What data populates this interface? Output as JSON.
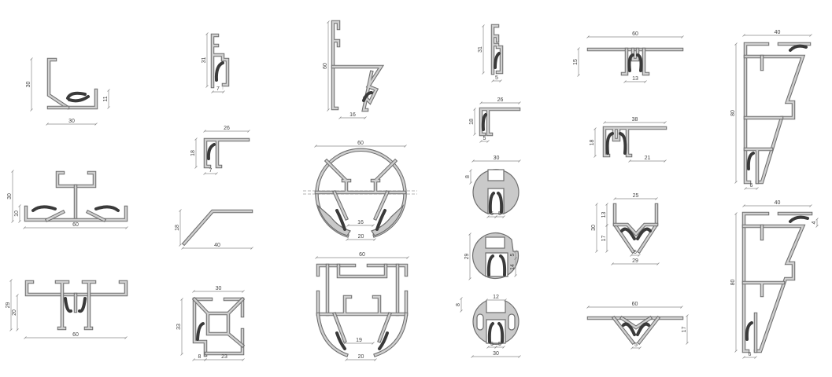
{
  "colors": {
    "profile_fill": "#cfcfcf",
    "profile_edge": "#6e6e6e",
    "gasket": "#3a3a3a",
    "dimension": "#8a8a8a"
  },
  "profiles": [
    {
      "name": "corner-profile",
      "dims": [
        "30",
        "11",
        "30"
      ]
    },
    {
      "name": "t-joint-profile",
      "dims": [
        "30",
        "10",
        "60"
      ]
    },
    {
      "name": "double-tee-profile",
      "dims": [
        "29",
        "20",
        "60"
      ]
    },
    {
      "name": "slim-wall-profile",
      "dims": [
        "31",
        "7"
      ]
    },
    {
      "name": "flange-profile-a",
      "dims": [
        "26",
        "18",
        "7"
      ]
    },
    {
      "name": "angled-strip-profile",
      "dims": [
        "18",
        "40"
      ]
    },
    {
      "name": "square-corner-profile",
      "dims": [
        "30",
        "33",
        "8",
        "23"
      ]
    },
    {
      "name": "tall-hook-profile",
      "dims": [
        "60",
        "16"
      ]
    },
    {
      "name": "round-profile",
      "dims": [
        "60",
        "16",
        "20"
      ]
    },
    {
      "name": "rounded-box-profile",
      "dims": [
        "60",
        "19",
        "20"
      ]
    },
    {
      "name": "slim-wall-profile-b",
      "dims": [
        "31",
        "5"
      ]
    },
    {
      "name": "flange-profile-b",
      "dims": [
        "26",
        "18",
        "5"
      ]
    },
    {
      "name": "round-insert-a",
      "dims": [
        "30",
        "8",
        "5",
        "5"
      ]
    },
    {
      "name": "round-insert-b",
      "dims": [
        "29",
        "5",
        "14"
      ]
    },
    {
      "name": "round-insert-c",
      "dims": [
        "12",
        "8",
        "5",
        "5",
        "30"
      ]
    },
    {
      "name": "wide-flange-profile",
      "dims": [
        "60",
        "15",
        "13"
      ]
    },
    {
      "name": "offset-flange-profile",
      "dims": [
        "38",
        "18",
        "21"
      ]
    },
    {
      "name": "v-channel-profile",
      "dims": [
        "25",
        "13",
        "30",
        "17",
        "5",
        "29"
      ]
    },
    {
      "name": "v-flange-profile",
      "dims": [
        "60",
        "17",
        "5"
      ]
    },
    {
      "name": "tapered-frame-profile-a",
      "dims": [
        "40",
        "80",
        "6"
      ]
    },
    {
      "name": "tapered-frame-profile-b",
      "dims": [
        "40",
        "4",
        "80",
        "6"
      ]
    }
  ]
}
